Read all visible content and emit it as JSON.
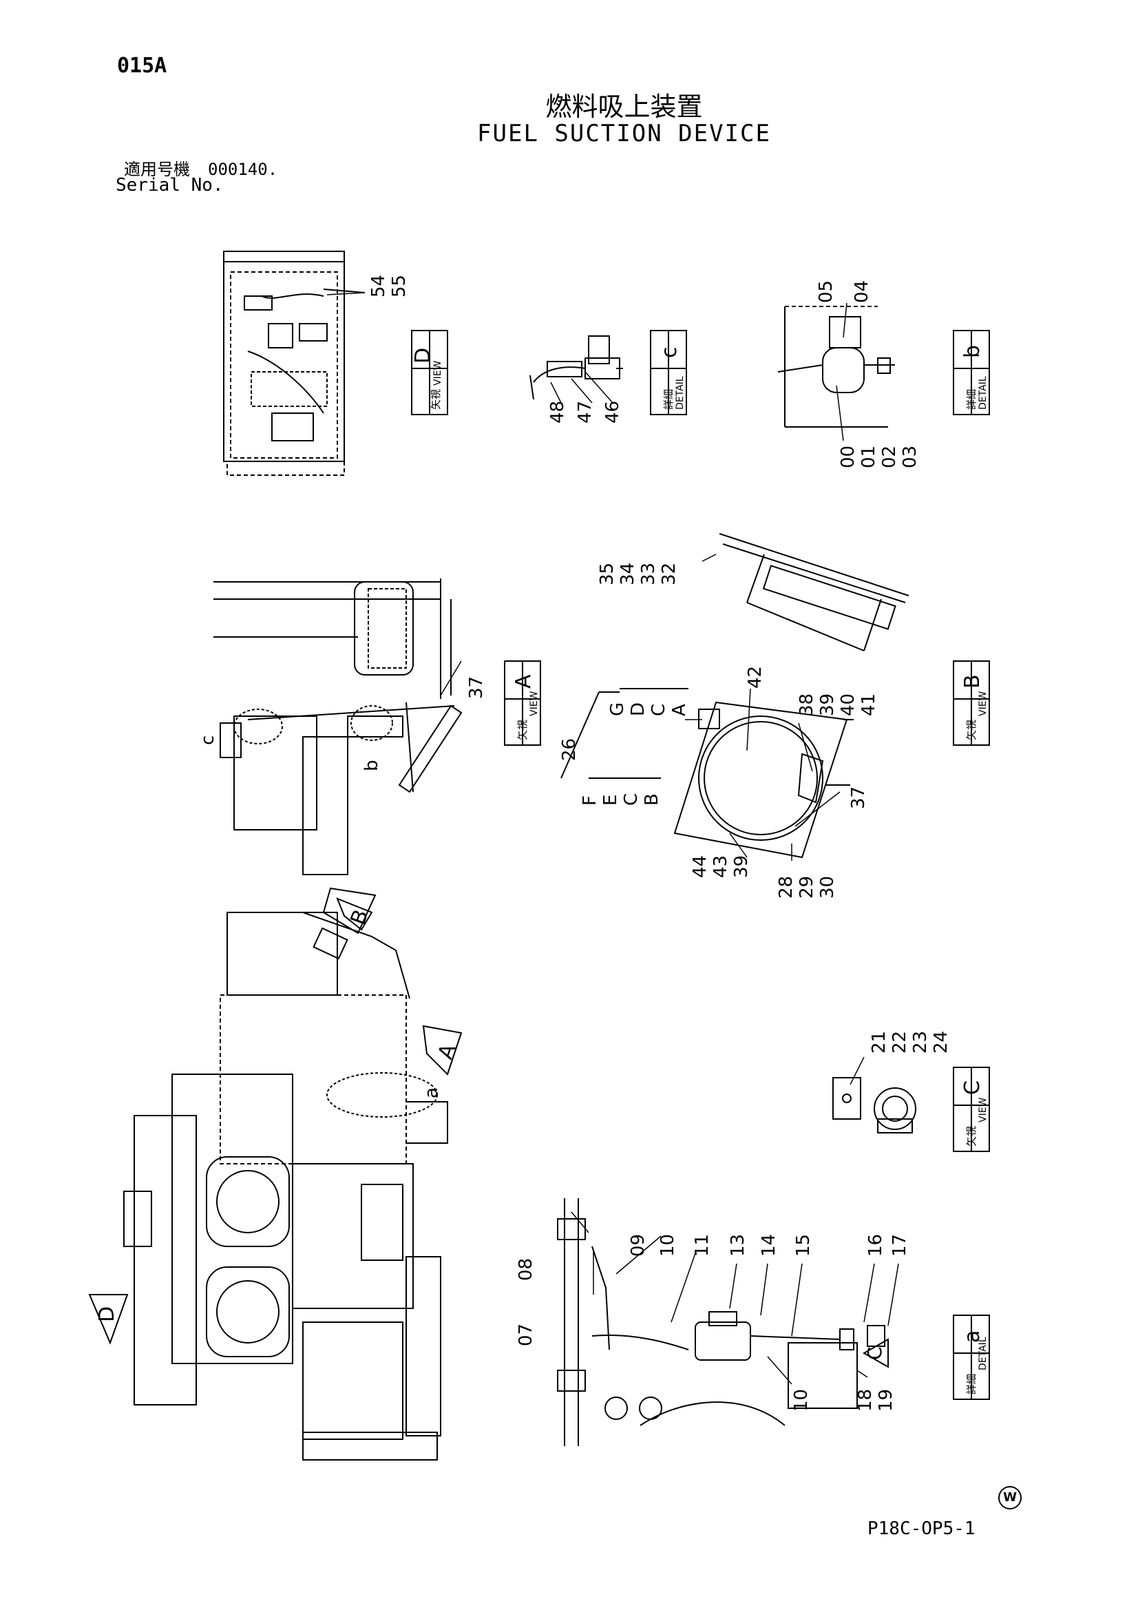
{
  "header": {
    "page_number": "015A",
    "title_jp": "燃料吸上装置",
    "title_en": "FUEL SUCTION DEVICE",
    "serial_label_jp": "適用号機",
    "serial_value": "000140.",
    "serial_label_en": "Serial No."
  },
  "footer": {
    "drawing_code": "P18C-OP5-1",
    "watermark_mark": "W"
  },
  "views": {
    "view_d": {
      "jp": "矢視",
      "en": "VIEW",
      "letter": "D"
    },
    "detail_c": {
      "jp": "詳細",
      "en": "DETAIL",
      "letter": "c"
    },
    "detail_b": {
      "jp": "詳細",
      "en": "DETAIL",
      "letter": "b"
    },
    "view_a": {
      "jp": "矢視",
      "en": "VIEW",
      "letter": "A"
    },
    "view_b": {
      "jp": "矢視",
      "en": "VIEW",
      "letter": "B"
    },
    "view_c": {
      "jp": "矢視",
      "en": "VIEW",
      "letter": "C"
    },
    "detail_a": {
      "jp": "詳細",
      "en": "DETAIL",
      "letter": "a"
    }
  },
  "callouts": {
    "n54": "54",
    "n55": "55",
    "n48": "48",
    "n47": "47",
    "n46": "46",
    "n05": "05",
    "n04": "04",
    "n00": "00",
    "n01": "01",
    "n02": "02",
    "n03": "03",
    "n35": "35",
    "n34": "34",
    "n33": "33",
    "n32": "32",
    "n37a": "37",
    "n37b": "37",
    "n26": "26",
    "n42": "42",
    "n38": "38",
    "n39a": "39",
    "n40": "40",
    "n41": "41",
    "n44": "44",
    "n43": "43",
    "n39b": "39",
    "n28": "28",
    "n29": "29",
    "n30": "30",
    "n21": "21",
    "n22": "22",
    "n23": "23",
    "n24": "24",
    "n07": "07",
    "n08": "08",
    "n09": "09",
    "n10a": "10",
    "n11": "11",
    "n13": "13",
    "n14": "14",
    "n15": "15",
    "n16": "16",
    "n17": "17",
    "n10b": "10",
    "n18": "18",
    "n19": "19"
  },
  "letters": {
    "G": "G",
    "D": "D",
    "C": "C",
    "A": "A",
    "F": "F",
    "E": "E",
    "C2": "C",
    "B": "B",
    "c_small": "c",
    "b_small": "b",
    "a_small": "a",
    "arrow_b": "B",
    "arrow_a": "A",
    "arrow_d": "D",
    "arrow_c": "C"
  }
}
